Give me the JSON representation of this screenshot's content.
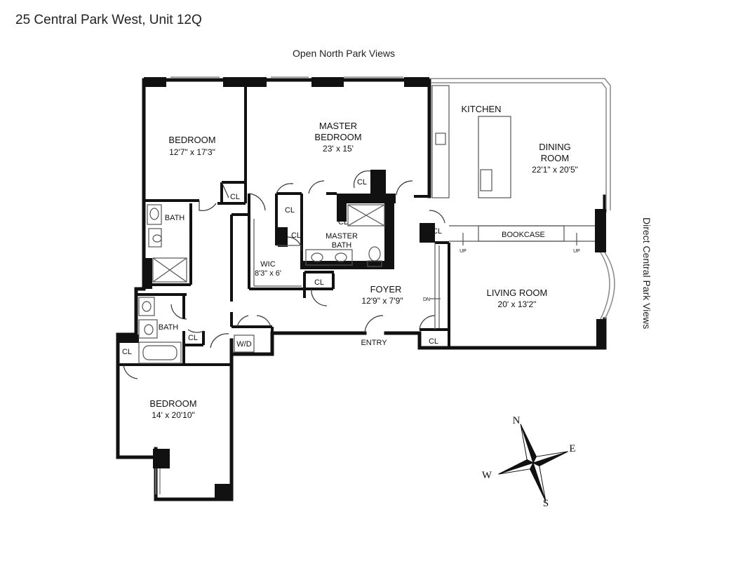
{
  "title": "25 Central Park West, Unit 12Q",
  "views": {
    "north": "Open North Park Views",
    "east": "Direct Central Park Views"
  },
  "rooms": {
    "bedroom1": {
      "name": "BEDROOM",
      "dim": "12'7\" x 17'3\""
    },
    "master_bedroom": {
      "name_line1": "MASTER",
      "name_line2": "BEDROOM",
      "dim": "23' x 15'"
    },
    "kitchen": {
      "name": "KITCHEN"
    },
    "dining": {
      "name_line1": "DINING",
      "name_line2": "ROOM",
      "dim": "22'1\" x 20'5\""
    },
    "bath1": {
      "name": "BATH"
    },
    "master_bath": {
      "name_line1": "MASTER",
      "name_line2": "BATH"
    },
    "wic": {
      "name": "WIC",
      "dim": "8'3\" x 6'"
    },
    "foyer": {
      "name": "FOYER",
      "dim": "12'9\" x 7'9\""
    },
    "living": {
      "name": "LIVING ROOM",
      "dim": "20' x 13'2\""
    },
    "bath2": {
      "name": "BATH"
    },
    "bedroom2": {
      "name": "BEDROOM",
      "dim": "14' x 20'10\""
    }
  },
  "labels": {
    "closet": "CL",
    "bookcase": "BOOKCASE",
    "up": "UP",
    "dn": "DN",
    "washer_dryer": "W/D",
    "entry": "ENTRY"
  },
  "compass": {
    "n": "N",
    "s": "S",
    "e": "E",
    "w": "W"
  },
  "colors": {
    "wall": "#111111",
    "fixture": "#555555",
    "window": "#888888"
  }
}
